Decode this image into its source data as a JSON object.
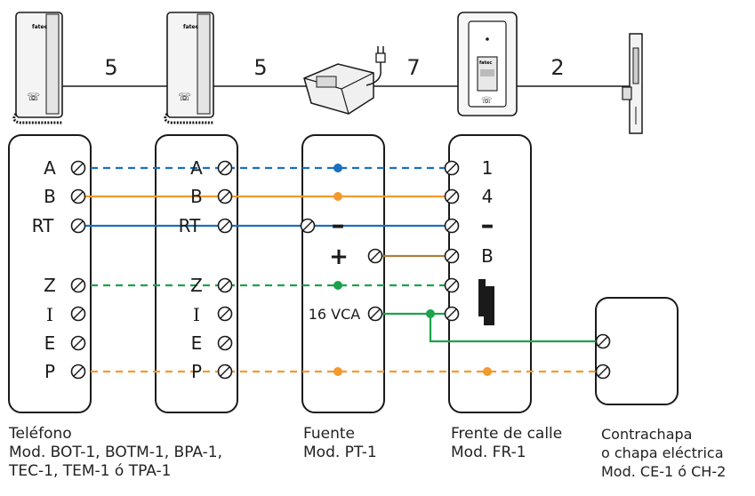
{
  "distances": [
    "5",
    "5",
    "7",
    "2"
  ],
  "phone1": {
    "logo": "fatec",
    "terminals": [
      "A",
      "B",
      "RT",
      "Z",
      "I",
      "E",
      "P"
    ]
  },
  "phone2": {
    "logo": "fatec",
    "terminals": [
      "A",
      "B",
      "RT",
      "Z",
      "I",
      "E",
      "P"
    ]
  },
  "power": {
    "terminals": [
      "–",
      "+",
      "16 VCA"
    ]
  },
  "street": {
    "logo": "fatec",
    "terminals": [
      "1",
      "4",
      "–",
      "B"
    ]
  },
  "captions": {
    "phone": [
      "Teléfono",
      "Mod. BOT-1, BOTM-1, BPA-1,",
      "TEC-1, TEM-1 ó TPA-1"
    ],
    "power": [
      "Fuente",
      "Mod. PT-1"
    ],
    "street": [
      "Frente de calle",
      "Mod. FR-1"
    ],
    "lock": [
      "Contrachapa",
      "o chapa eléctrica",
      "Mod. CE-1 ó CH-2"
    ]
  },
  "colors": {
    "blue": "#1a6fc0",
    "orange": "#f39a2c",
    "green": "#1aa34a",
    "brown": "#a8803b",
    "black": "#1a1a1a"
  }
}
